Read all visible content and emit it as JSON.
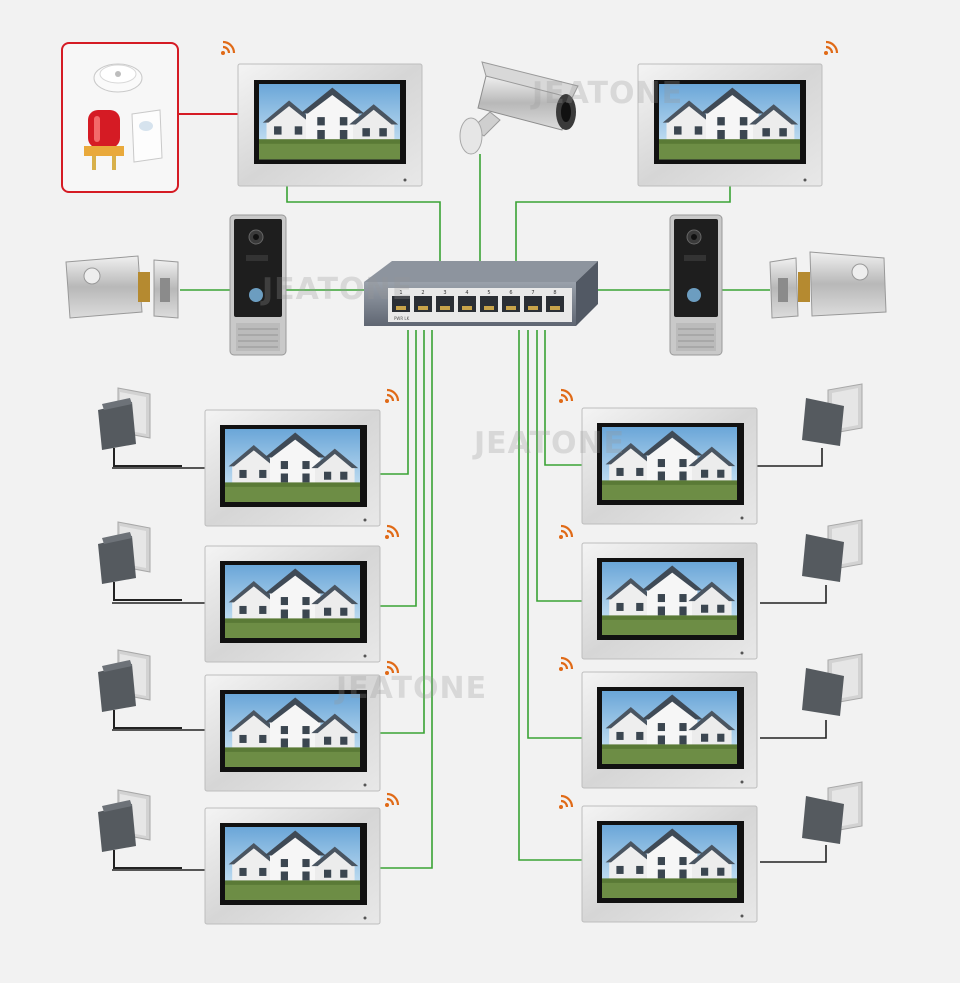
{
  "watermark": "JEATONE",
  "switch_port_labels": [
    "1",
    "2",
    "3",
    "4",
    "5",
    "6",
    "7",
    "8"
  ],
  "switch_status_text": "PWR  LK",
  "colors": {
    "background": "#f2f2f2",
    "wire": "#3aa335",
    "alarm_link": "#d51b24",
    "alarm_box": "#d51b24",
    "wifi": "#e06a17",
    "monitor_frame": "#dcdcdc",
    "switch_body": "#7b8390"
  },
  "icons": [
    "wifi-icon",
    "smoke-detector-icon",
    "alarm-beacon-icon",
    "motion-sensor-icon",
    "camera-icon",
    "electric-lock-icon",
    "doorbell-icon",
    "power-adapter-icon",
    "network-switch-icon"
  ]
}
